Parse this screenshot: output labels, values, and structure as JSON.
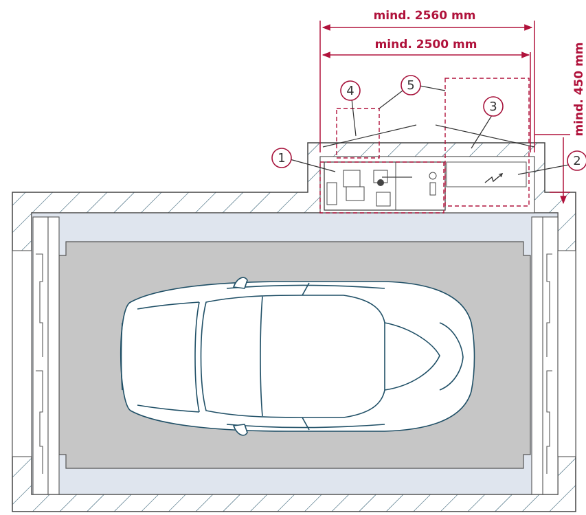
{
  "colors": {
    "dimension": "#b0123b",
    "callout": "#a6113a",
    "car": "#1f4f66",
    "wall_hatch": "#1f4f66",
    "pit_light": "#dfe5ee",
    "platform_gray": "#c6c6c6",
    "line": "#555555"
  },
  "dimensions": {
    "width_outer": "mind. 2560 mm",
    "width_inner": "mind. 2500 mm",
    "depth": "mind. 450 mm"
  },
  "callouts": [
    {
      "id": "1",
      "label": "1"
    },
    {
      "id": "2",
      "label": "2"
    },
    {
      "id": "3",
      "label": "3"
    },
    {
      "id": "4",
      "label": "4"
    },
    {
      "id": "5",
      "label": "5"
    }
  ],
  "icons": {
    "electrical": "lightning-bolt-icon",
    "vehicle": "car-top-view-icon"
  }
}
